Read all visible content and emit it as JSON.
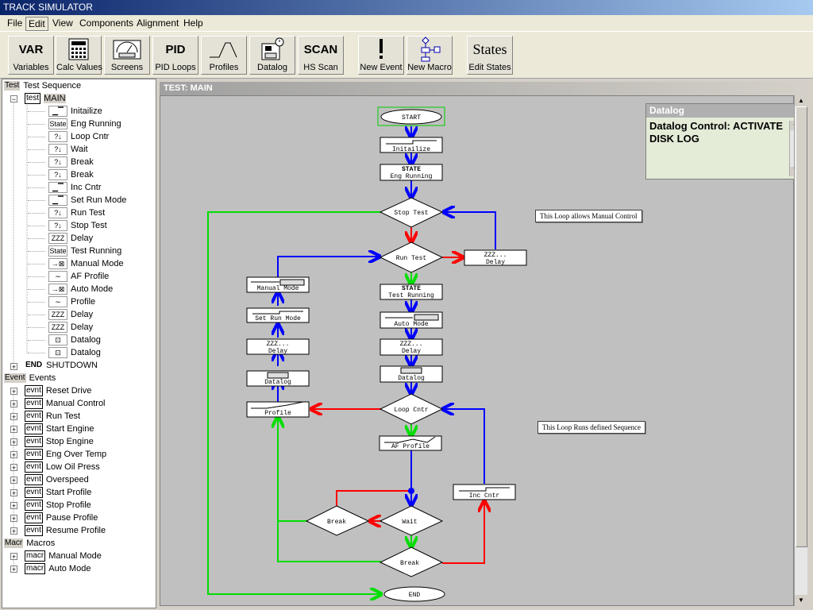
{
  "window": {
    "title": "TRACK SIMULATOR"
  },
  "menu": [
    "File",
    "Edit",
    "View",
    "Components",
    "Alignment",
    "Help"
  ],
  "toolbar": [
    {
      "icon": "VAR",
      "label": "Variables"
    },
    {
      "icon": "calc-icon",
      "label": "Calc Values"
    },
    {
      "icon": "screens-icon",
      "label": "Screens"
    },
    {
      "icon": "PID",
      "label": "PID Loops"
    },
    {
      "icon": "profile-icon",
      "label": "Profiles"
    },
    {
      "icon": "datalog-icon",
      "label": "Datalog"
    },
    {
      "icon": "SCAN",
      "label": "HS Scan"
    },
    {
      "icon": "exclamation-icon",
      "label": "New Event"
    },
    {
      "icon": "macro-icon",
      "label": "New Macro"
    },
    {
      "icon": "States",
      "label": "Edit States"
    }
  ],
  "tree": {
    "sections": {
      "test": {
        "tag": "Test",
        "label": "Test Sequence"
      },
      "events": {
        "tag": "Event",
        "label": "Events"
      },
      "macros": {
        "tag": "Macr",
        "label": "Macros"
      }
    },
    "main": {
      "tag": "test",
      "label": "MAIN"
    },
    "main_items": [
      {
        "icon": "▁▔",
        "label": "Initailize"
      },
      {
        "icon": "State",
        "label": "Eng Running"
      },
      {
        "icon": "?↓",
        "label": "Loop Cntr"
      },
      {
        "icon": "?↓",
        "label": "Wait"
      },
      {
        "icon": "?↓",
        "label": "Break"
      },
      {
        "icon": "?↓",
        "label": "Break"
      },
      {
        "icon": "▁▔",
        "label": "Inc Cntr"
      },
      {
        "icon": "▁▔",
        "label": "Set Run Mode"
      },
      {
        "icon": "?↓",
        "label": "Run Test"
      },
      {
        "icon": "?↓",
        "label": "Stop Test"
      },
      {
        "icon": "ZZZ",
        "label": "Delay"
      },
      {
        "icon": "State",
        "label": "Test Running"
      },
      {
        "icon": "→⊠",
        "label": "Manual Mode"
      },
      {
        "icon": "∼",
        "label": "AF Profile"
      },
      {
        "icon": "→⊠",
        "label": "Auto Mode"
      },
      {
        "icon": "∼",
        "label": "Profile"
      },
      {
        "icon": "ZZZ",
        "label": "Delay"
      },
      {
        "icon": "ZZZ",
        "label": "Delay"
      },
      {
        "icon": "⊡",
        "label": "Datalog"
      },
      {
        "icon": "⊡",
        "label": "Datalog"
      }
    ],
    "end": {
      "tag": "END",
      "label": "SHUTDOWN"
    },
    "events": [
      "Reset Drive",
      "Manual Control",
      "Run Test",
      "Start Engine",
      "Stop Engine",
      "Eng Over Temp",
      "Low Oil Press",
      "Overspeed",
      "Start Profile",
      "Stop Profile",
      "Pause Profile",
      "Resume Profile"
    ],
    "event_tag": "evnt",
    "macros": [
      "Manual Mode",
      "Auto Mode"
    ],
    "macro_tag": "macr"
  },
  "panel": {
    "title": "TEST: MAIN"
  },
  "datalog": {
    "title": "Datalog",
    "text": "Datalog Control: ACTIVATE DISK LOG"
  },
  "notes": {
    "manual": "This Loop allows Manual Control",
    "runs": "This Loop Runs defined Sequence"
  },
  "flow": {
    "start": "START",
    "initialize": "Initailize",
    "state1": "STATE",
    "eng_running": "Eng Running",
    "stop_test": "Stop Test",
    "run_test": "Run Test",
    "delay_top": "ZZZ...",
    "delay_label": "Delay",
    "state2": "STATE",
    "test_running": "Test Running",
    "auto_mode": "Auto Mode",
    "delay_mid": "ZZZ...",
    "datalog": "Datalog",
    "loop_cntr": "Loop Cntr",
    "af_profile": "AF Profile",
    "inc_cntr": "Inc Cntr",
    "wait": "Wait",
    "break1": "Break",
    "break2": "Break",
    "end": "END",
    "manual_mode": "Manual Mode",
    "set_run_mode": "Set Run Mode",
    "profile": "Profile"
  },
  "colors": {
    "blue": "#0000ff",
    "red": "#ff0000",
    "green": "#00dd00"
  }
}
